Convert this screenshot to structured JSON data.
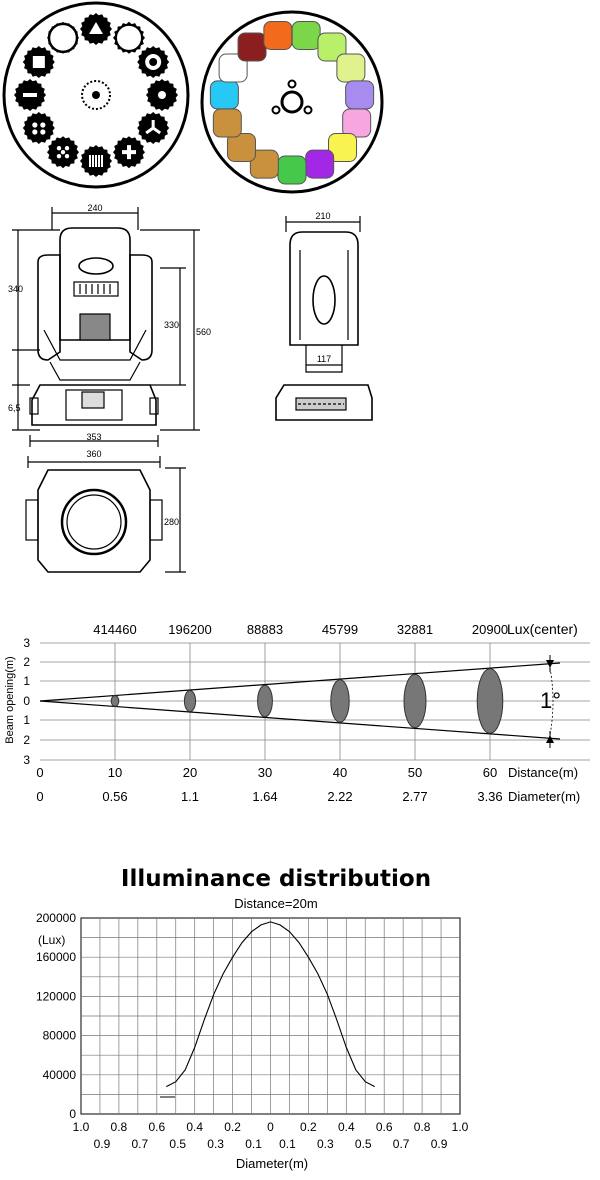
{
  "gobo_wheel": {
    "icons": [
      "triangle-gobo",
      "ring-gobo",
      "donut-gobo",
      "dot-gobo",
      "tri-blade-gobo",
      "cross-gobo",
      "bars-gobo",
      "dots-gobo",
      "five-dots-gobo",
      "minus-gobo",
      "square-gobo",
      "open-gobo"
    ]
  },
  "color_wheel": {
    "swatches": [
      "#7cd64a",
      "#b9f06a",
      "#dff28e",
      "#a78bef",
      "#f8a6e0",
      "#f9f34f",
      "#a328e6",
      "#46c84a",
      "#c9913d",
      "#c9913d",
      "#c9913d",
      "#27c8f3",
      "#ffffff",
      "#8b1f1f",
      "#f26a1c"
    ]
  },
  "dimensions": {
    "front_width": "240",
    "front_upper_height": "340",
    "front_head_height": "330",
    "front_total_height": "560",
    "front_base_height": "6,5",
    "base_width": "353",
    "side_width": "210",
    "side_arm_width": "117",
    "top_width": "360",
    "top_depth": "280"
  },
  "beam": {
    "lux_values": [
      "414460",
      "196200",
      "88883",
      "45799",
      "32881",
      "20900"
    ],
    "lux_label": "Lux(center)",
    "ylabel": "Beam opening(m)",
    "y_ticks": [
      "3",
      "2",
      "1",
      "0",
      "1",
      "2",
      "3"
    ],
    "distances": [
      "0",
      "10",
      "20",
      "30",
      "40",
      "50",
      "60"
    ],
    "distance_label": "Distance(m)",
    "diameters": [
      "0",
      "0.56",
      "1.1",
      "1.64",
      "2.22",
      "2.77",
      "3.36"
    ],
    "diameter_label": "Diameter(m)",
    "angle": "1°"
  },
  "chart_data": {
    "type": "line",
    "title": "Illuminance distribution",
    "subtitle": "Distance=20m",
    "ylabel": "(Lux)",
    "xlabel": "Diameter(m)",
    "y_ticks": [
      "200000",
      "160000",
      "120000",
      "80000",
      "40000",
      "0"
    ],
    "x_ticks_top": [
      "1.0",
      "0.8",
      "0.6",
      "0.4",
      "0.2",
      "0",
      "0.2",
      "0.4",
      "0.6",
      "0.8",
      "1.0"
    ],
    "x_ticks_bottom": [
      "0.9",
      "0.7",
      "0.5",
      "0.3",
      "0.1",
      "0.1",
      "0.3",
      "0.5",
      "0.7",
      "0.9"
    ],
    "ylim": [
      0,
      200000
    ],
    "xlim": [
      -1.0,
      1.0
    ],
    "series": [
      {
        "x": [
          -0.55,
          -0.5,
          -0.45,
          -0.4,
          -0.35,
          -0.3,
          -0.25,
          -0.2,
          -0.15,
          -0.1,
          -0.05,
          0,
          0.05,
          0.1,
          0.15,
          0.2,
          0.25,
          0.3,
          0.35,
          0.4,
          0.45,
          0.5,
          0.55
        ],
        "values": [
          28000,
          33000,
          45000,
          68000,
          96000,
          122000,
          143000,
          160000,
          175000,
          186000,
          193000,
          196000,
          193000,
          186000,
          175000,
          160000,
          143000,
          122000,
          96000,
          68000,
          45000,
          33000,
          28000
        ]
      }
    ]
  }
}
